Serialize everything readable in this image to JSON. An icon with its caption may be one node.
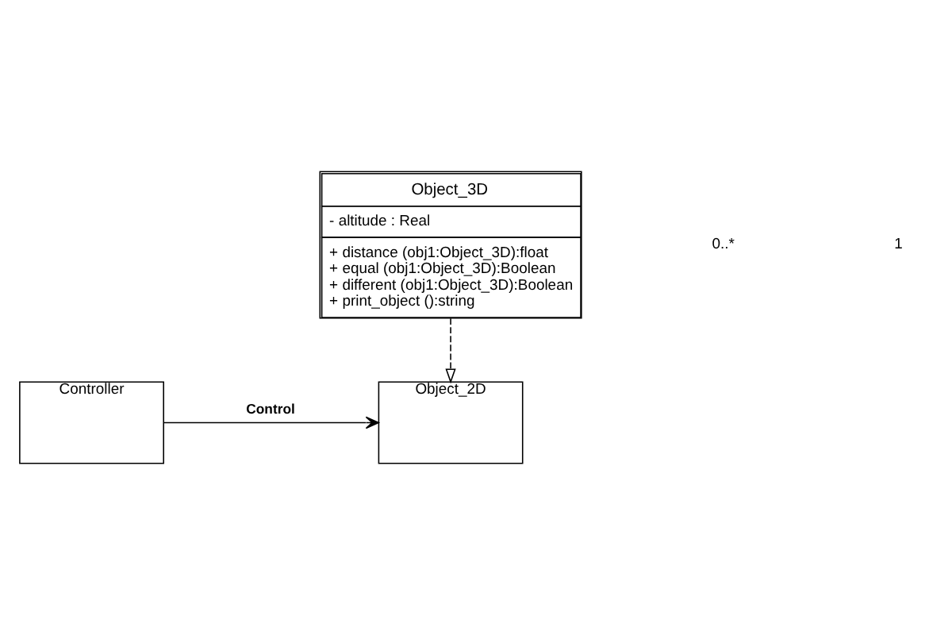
{
  "diagram": {
    "nodes": [
      {
        "text": [
          "Object_2D"
        ]
      },
      {
        "text": [
          "Controller"
        ]
      },
      {
        "text": [
          "Object_3D",
          "- altitude : Real",
          "+ distance (obj1:Object_3D):float",
          "+ equal (obj1:Object_3D):Boolean",
          "+ different (obj1:Object_3D):Boolean",
          "+ print_object ():string"
        ]
      }
    ],
    "edges": [
      {
        "from": 1,
        "to": 0,
        "arrow": "to",
        "label": "Control"
      },
      {
        "from": 2,
        "to": 0,
        "arrow": "to",
        "style": "dashed"
      }
    ],
    "labels": [
      "0..*",
      "1"
    ]
  }
}
